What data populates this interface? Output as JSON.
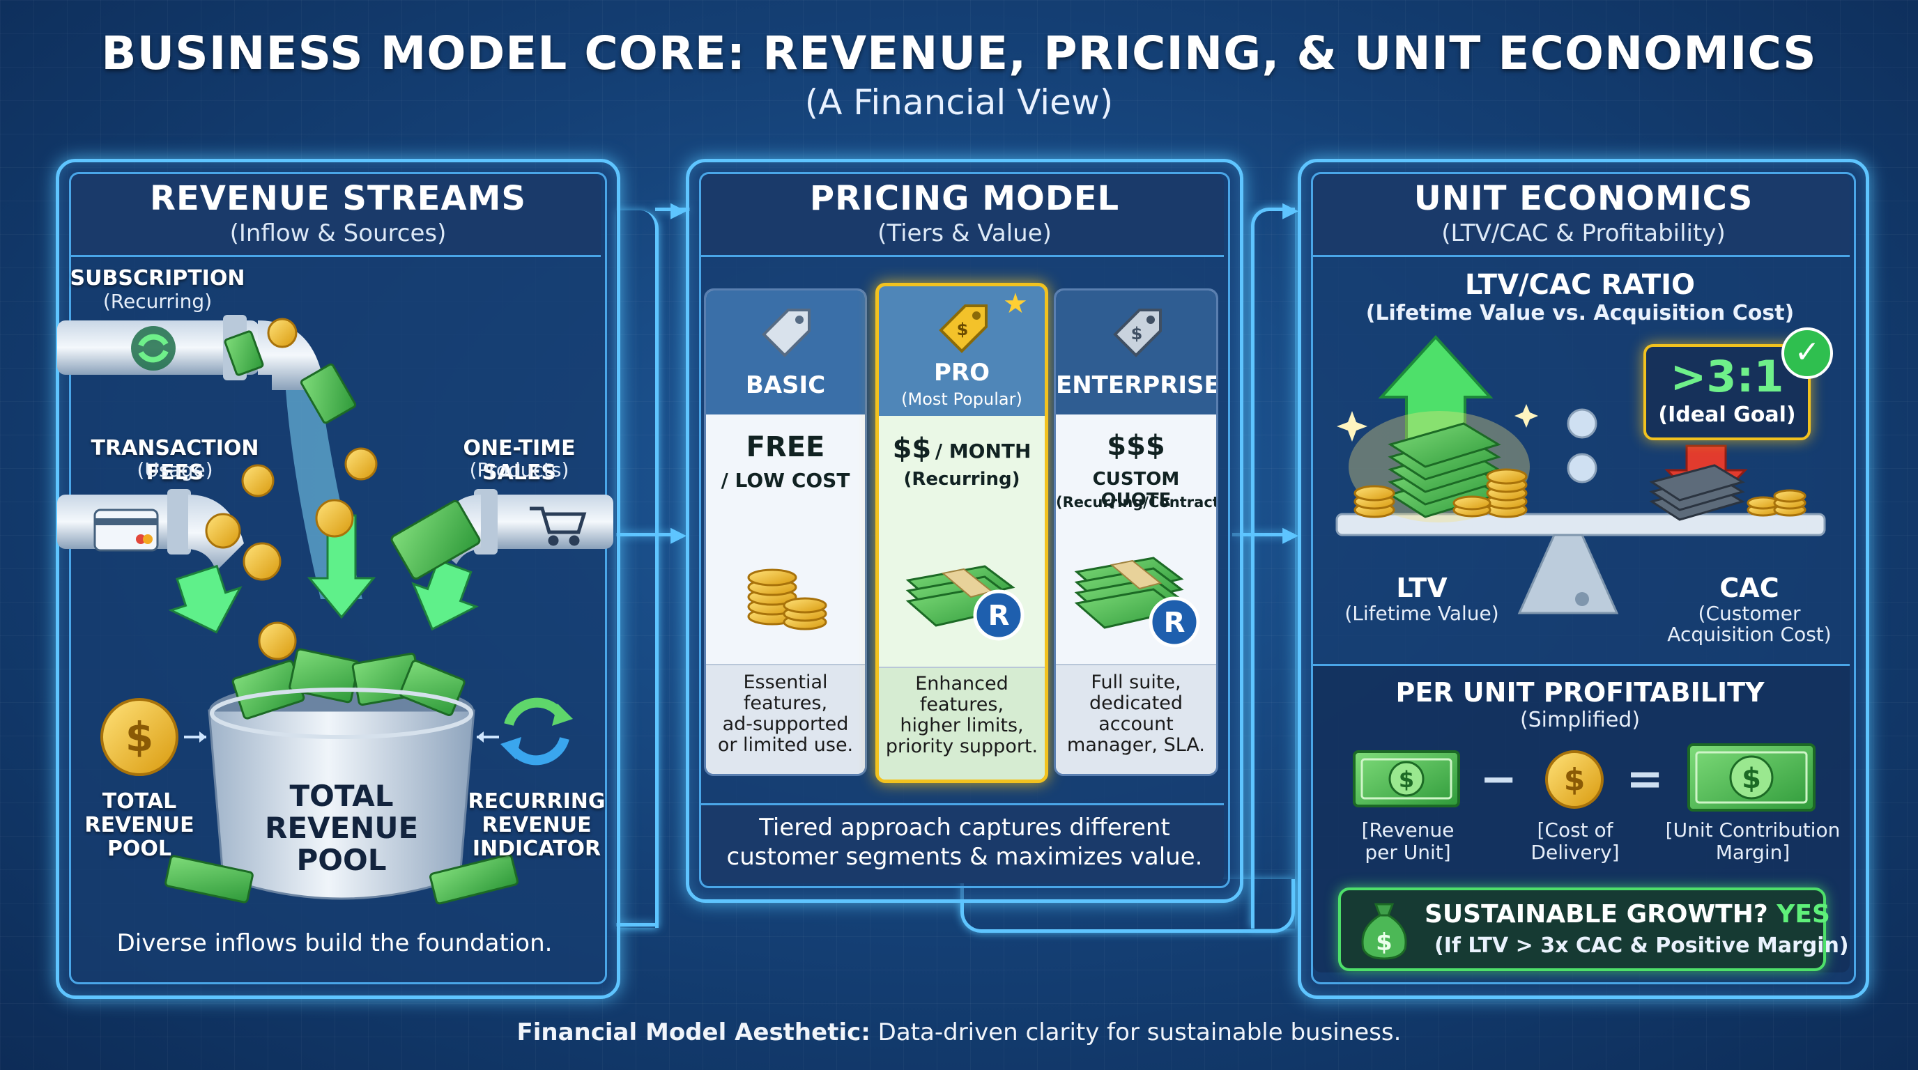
{
  "title": "BUSINESS MODEL CORE: REVENUE, PRICING, & UNIT ECONOMICS",
  "subtitle": "(A Financial View)",
  "revenue": {
    "title": "REVENUE STREAMS",
    "subtitle": "(Inflow & Sources)",
    "subscription": {
      "label": "SUBSCRIPTION",
      "sub": "(Recurring)"
    },
    "transaction": {
      "label": "TRANSACTION FEES",
      "sub": "(Usage)"
    },
    "onetime": {
      "label": "ONE-TIME SALES",
      "sub": "(Products)"
    },
    "pool": [
      "TOTAL",
      "REVENUE",
      "POOL"
    ],
    "pool_left": [
      "TOTAL",
      "REVENUE",
      "POOL"
    ],
    "recurring": [
      "RECURRING",
      "REVENUE",
      "INDICATOR"
    ],
    "caption": "Diverse inflows build the foundation."
  },
  "pricing": {
    "title": "PRICING MODEL",
    "subtitle": "(Tiers & Value)",
    "tiers": [
      {
        "name": "BASIC",
        "price": "FREE",
        "price_sub": "/ LOW COST",
        "note": "",
        "desc": [
          "Essential",
          "features,",
          "ad-supported",
          "or limited use."
        ]
      },
      {
        "name": "PRO",
        "tag": "(Most Popular)",
        "price": "$$",
        "price_sub": "/ MONTH",
        "note": "(Recurring)",
        "badge": "R",
        "desc": [
          "Enhanced",
          "features,",
          "higher limits,",
          "priority support."
        ]
      },
      {
        "name": "ENTERPRISE",
        "price": "$$$",
        "price_sub": "CUSTOM QUOTE",
        "note": "(Recurring/Contract)",
        "badge": "R",
        "desc": [
          "Full suite,",
          "dedicated",
          "account",
          "manager, SLA."
        ]
      }
    ],
    "caption": [
      "Tiered approach captures different",
      "customer segments & maximizes value."
    ]
  },
  "unit": {
    "title": "UNIT ECONOMICS",
    "subtitle": "(LTV/CAC & Profitability)",
    "ratio_title": "LTV/CAC RATIO",
    "ratio_sub": "(Lifetime Value vs. Acquisition Cost)",
    "goal": ">3:1",
    "goal_sub": "(Ideal Goal)",
    "ltv": "LTV",
    "ltv_sub": "(Lifetime Value)",
    "cac": "CAC",
    "cac_sub": [
      "(Customer",
      "Acquisition Cost)"
    ],
    "profit_title": "PER UNIT PROFITABILITY",
    "profit_sub": "(Simplified)",
    "revenue_unit": [
      "[Revenue",
      "per Unit]"
    ],
    "cost": [
      "[Cost of",
      "Delivery]"
    ],
    "margin": [
      "[Unit Contribution",
      "Margin]"
    ],
    "minus": "−",
    "equals": "=",
    "growth_q": "SUSTAINABLE GROWTH?",
    "growth_a": "YES",
    "growth_sub": "(If LTV > 3x CAC & Positive Margin)"
  },
  "footer_bold": "Financial Model Aesthetic:",
  "footer_text": " Data-driven clarity for sustainable business.",
  "colors": {
    "accent": "#5fc5ff",
    "green": "#4ee06a",
    "gold": "#f2b824",
    "red": "#e23b2e"
  }
}
